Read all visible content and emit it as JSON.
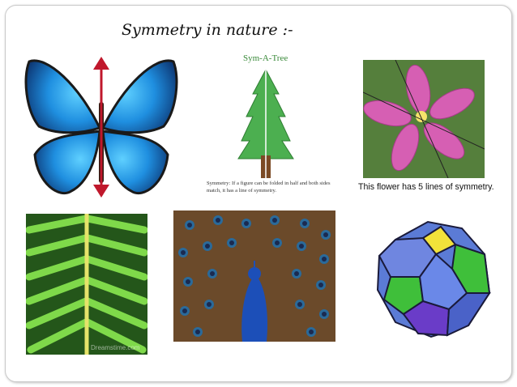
{
  "slide": {
    "title": "Symmetry in nature :-"
  },
  "tree": {
    "heading": "Sym-A-Tree",
    "caption": "Symmetry: If a figure can be folded in half and both sides match, it has a line of symmetry."
  },
  "flower": {
    "caption": "This flower has 5 lines of symmetry."
  },
  "leaf": {
    "watermark": "Dreamstime.com"
  },
  "colors": {
    "butterfly_blue": "#1f8fe0",
    "arrow_red": "#c0182c",
    "tree_green": "#4caf50",
    "flower_pink": "#d65fb3",
    "leaf_green": "#5cc22a",
    "polyhedron_purple": "#6a3cc8"
  }
}
